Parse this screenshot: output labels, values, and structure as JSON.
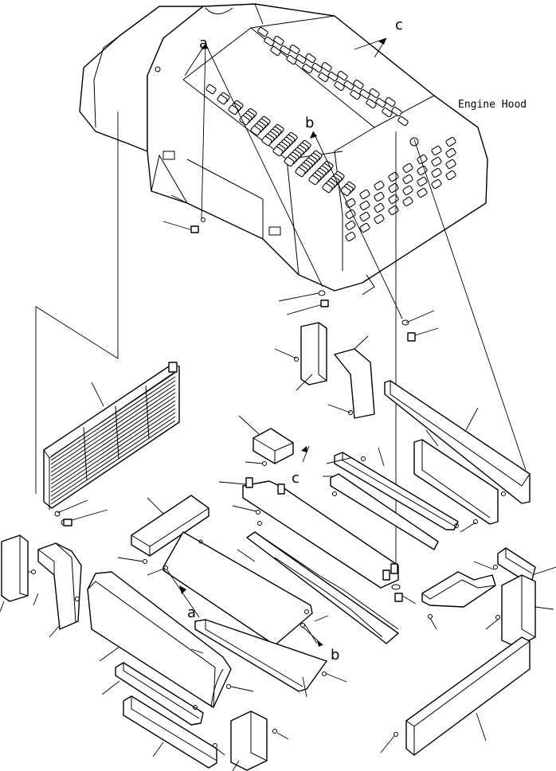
{
  "diagram": {
    "title": "Engine Hood",
    "callouts": {
      "a_top": "a",
      "b_top": "b",
      "c_top": "c",
      "c_mid": "c",
      "a_bottom": "a",
      "b_bottom": "b"
    }
  },
  "colors": {
    "ink": "#000000",
    "paper": "#ffffff"
  }
}
